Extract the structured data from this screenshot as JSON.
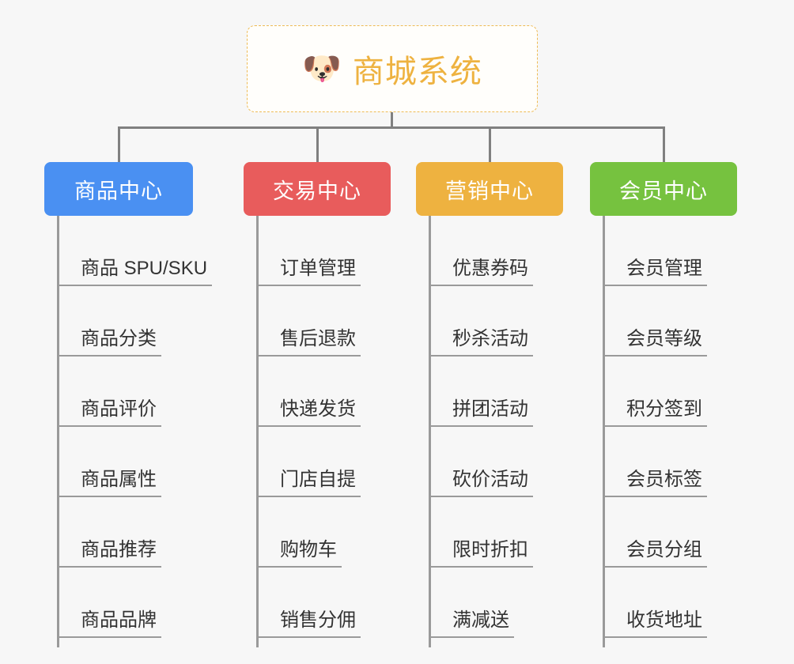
{
  "root": {
    "emoji": "🐶",
    "emoji_name": "shiba-dog-face-emoji",
    "title": "商城系统",
    "border_color": "#eebb55",
    "text_color": "#eeb240",
    "background": "#fffefb"
  },
  "canvas": {
    "background": "#f7f7f7",
    "connector_color": "#808080"
  },
  "branches": [
    {
      "label": "商品中心",
      "color": "#4a90f2",
      "items": [
        "商品 SPU/SKU",
        "商品分类",
        "商品评价",
        "商品属性",
        "商品推荐",
        "商品品牌"
      ]
    },
    {
      "label": "交易中心",
      "color": "#e85c5c",
      "items": [
        "订单管理",
        "售后退款",
        "快递发货",
        "门店自提",
        "购物车",
        "销售分佣"
      ]
    },
    {
      "label": "营销中心",
      "color": "#eeb240",
      "items": [
        "优惠券码",
        "秒杀活动",
        "拼团活动",
        "砍价活动",
        "限时折扣",
        "满减送"
      ]
    },
    {
      "label": "会员中心",
      "color": "#76c23f",
      "items": [
        "会员管理",
        "会员等级",
        "积分签到",
        "会员标签",
        "会员分组",
        "收货地址"
      ]
    }
  ]
}
